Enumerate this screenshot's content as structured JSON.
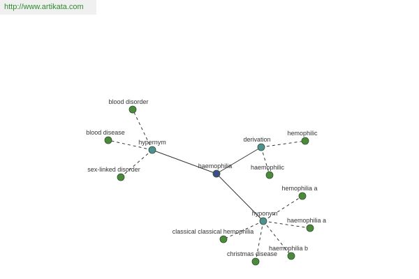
{
  "source_url": "http://www.artikata.com",
  "colors": {
    "center_node": "#3d4d8a",
    "relation_node": "#4f9090",
    "leaf_node": "#4a8a3a",
    "edge": "#333333",
    "url_text": "#2e8b2e",
    "banner_bg": "#f0f0f0"
  },
  "graph": {
    "center": {
      "id": "haemophilia",
      "label": "haemophilia"
    },
    "relations": [
      {
        "id": "hypernym",
        "label": "hypernym"
      },
      {
        "id": "derivation",
        "label": "derivation"
      },
      {
        "id": "hyponym",
        "label": "hyponym"
      }
    ],
    "leaves": [
      {
        "id": "blood-disorder",
        "label": "blood disorder",
        "parent": "hypernym"
      },
      {
        "id": "blood-disease",
        "label": "blood disease",
        "parent": "hypernym"
      },
      {
        "id": "sex-linked-disorder",
        "label": "sex-linked disorder",
        "parent": "hypernym"
      },
      {
        "id": "hemophilic",
        "label": "hemophilic",
        "parent": "derivation"
      },
      {
        "id": "haemophilic",
        "label": "haemophilic",
        "parent": "derivation"
      },
      {
        "id": "hemophilia-a",
        "label": "hemophilia a",
        "parent": "hyponym"
      },
      {
        "id": "haemophilia-a",
        "label": "haemophilia a",
        "parent": "hyponym"
      },
      {
        "id": "haemophilia-b",
        "label": "haemophilia b",
        "parent": "hyponym"
      },
      {
        "id": "christmas-disease",
        "label": "christmas disease",
        "parent": "hyponym"
      },
      {
        "id": "classical-haemophilia",
        "label": "classical classical hemophilia",
        "parent": "hyponym"
      }
    ]
  }
}
